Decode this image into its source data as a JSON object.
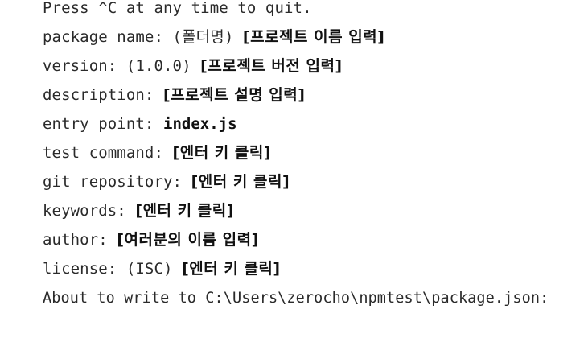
{
  "terminal": {
    "lines": [
      {
        "prompt": "Press ^C at any time to quit.",
        "default": "",
        "annotation": ""
      },
      {
        "prompt": "package name: ",
        "default": "(폴더명) ",
        "annotation": "[프로젝트 이름 입력]"
      },
      {
        "prompt": "version: ",
        "default": "(1.0.0) ",
        "annotation": "[프로젝트 버전 입력]"
      },
      {
        "prompt": "description: ",
        "default": "",
        "annotation": "[프로젝트 설명 입력]"
      },
      {
        "prompt": "entry point: ",
        "default": "",
        "annotation": "",
        "typed": "index.js"
      },
      {
        "prompt": "test command: ",
        "default": "",
        "annotation": "[엔터 키 클릭]"
      },
      {
        "prompt": "git repository: ",
        "default": "",
        "annotation": "[엔터 키 클릭]"
      },
      {
        "prompt": "keywords: ",
        "default": "",
        "annotation": "[엔터 키 클릭]"
      },
      {
        "prompt": "author: ",
        "default": "",
        "annotation": "[여러분의 이름 입력]"
      },
      {
        "prompt": "license: ",
        "default": "(ISC) ",
        "annotation": "[엔터 키 클릭]"
      },
      {
        "prompt": "About to write to C:\\Users\\zerocho\\npmtest\\package.json:",
        "default": "",
        "annotation": ""
      }
    ]
  }
}
